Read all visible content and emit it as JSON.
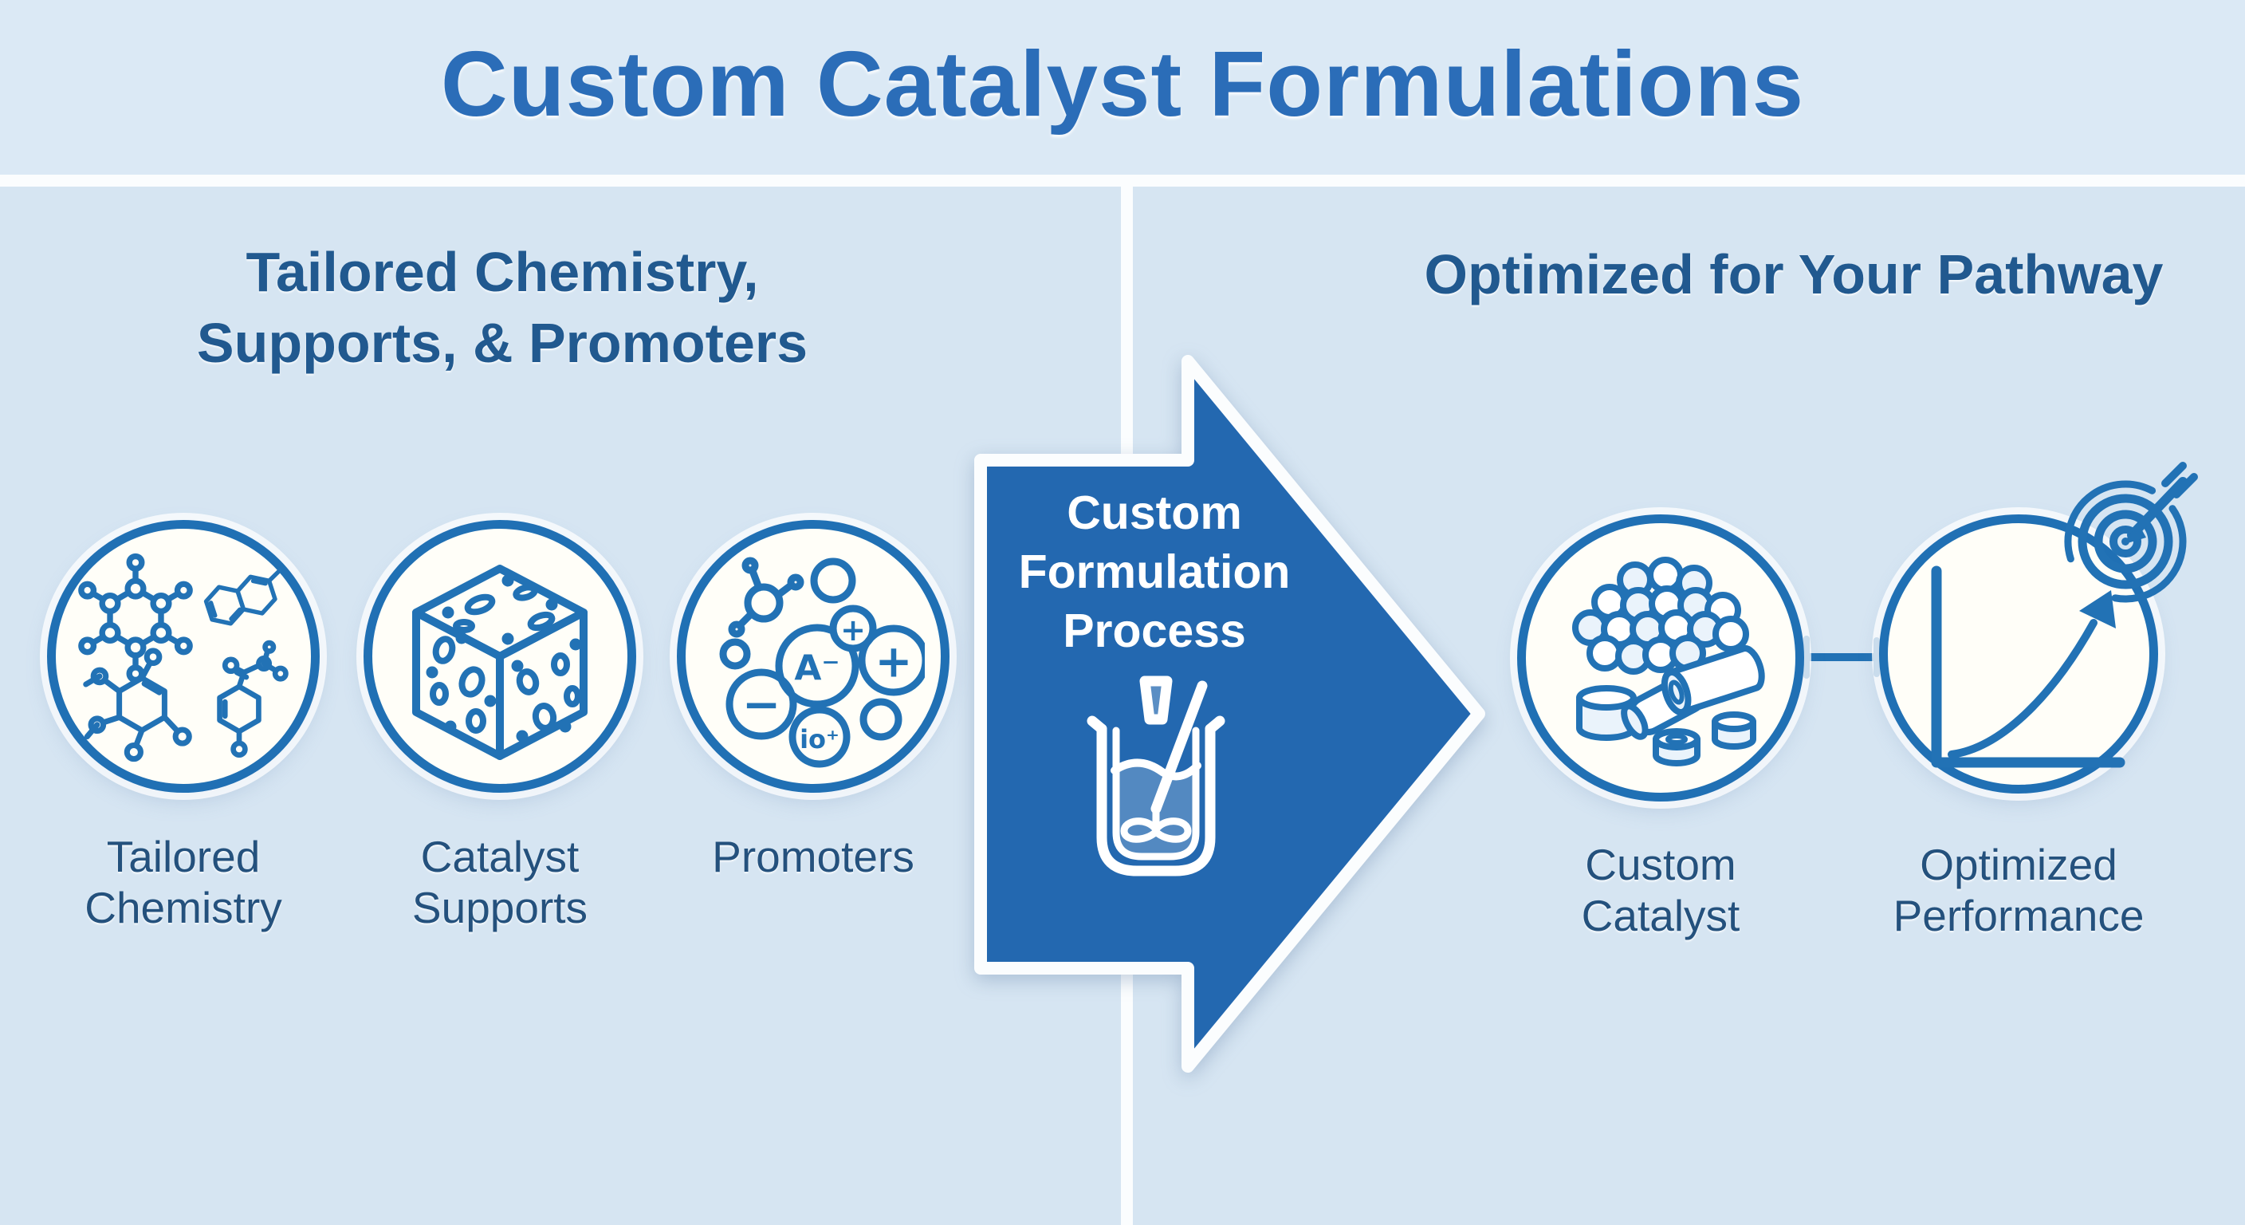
{
  "page": {
    "title": "Custom Catalyst Formulations"
  },
  "left_section": {
    "heading_line1": "Tailored Chemistry,",
    "heading_line2": "Supports, & Promoters",
    "items": [
      {
        "label_line1": "Tailored",
        "label_line2": "Chemistry",
        "icon": "molecules-icon"
      },
      {
        "label_line1": "Catalyst",
        "label_line2": "Supports",
        "icon": "porous-cube-icon"
      },
      {
        "label_line1": "Promoters",
        "label_line2": "",
        "icon": "ions-icon"
      }
    ],
    "promoter_symbols": {
      "anion": "A⁻",
      "attached_plus": "+",
      "cation_plus": "+",
      "minus": "−",
      "ion_plus": "io⁺"
    }
  },
  "process_arrow": {
    "line1": "Custom",
    "line2": "Formulation",
    "line3": "Process",
    "icon": "stirred-beaker-icon"
  },
  "right_section": {
    "heading": "Optimized for Your Pathway",
    "items": [
      {
        "label_line1": "Custom",
        "label_line2": "Catalyst",
        "icon": "catalyst-pellets-icon"
      },
      {
        "label_line1": "Optimized",
        "label_line2": "Performance",
        "icon": "growth-chart-target-icon"
      }
    ]
  },
  "colors": {
    "background": "#d6e5f2",
    "title_blue": "#2b6db8",
    "heading_blue": "#21598f",
    "label_blue": "#24517d",
    "icon_stroke_blue": "#2272b5",
    "arrow_fill_blue": "#2368b0",
    "divider_white": "#fbfdfe",
    "circle_fill": "#fffef8"
  }
}
